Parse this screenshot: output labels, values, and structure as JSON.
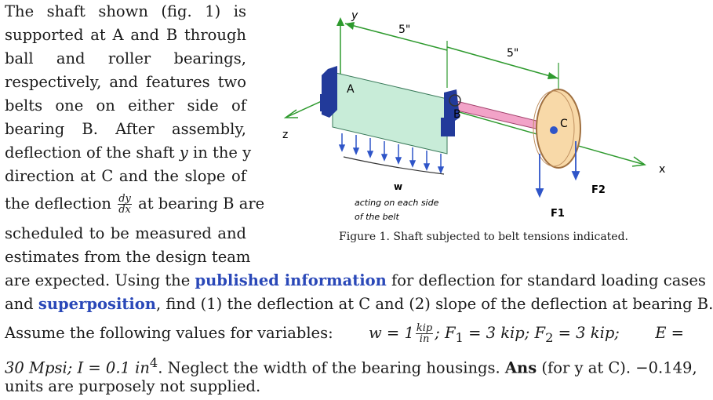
{
  "text": {
    "l1": [
      "The",
      "shaft",
      "shown",
      "(fig.",
      "1)",
      "is"
    ],
    "l2": [
      "supported",
      "at",
      "A",
      "and",
      "B",
      "through"
    ],
    "l3": [
      "ball",
      "and",
      "roller",
      "bearings,"
    ],
    "l4": [
      "respectively,",
      "and",
      "features",
      "two"
    ],
    "l5": [
      "belts",
      "one",
      "on",
      "either",
      "side",
      "of"
    ],
    "l6": [
      "bearing",
      "B.",
      "After",
      "assembly,"
    ],
    "l7_a": "deflection of the shaft ",
    "l7_y": "y",
    "l7_b": " in the y",
    "l8": [
      "direction",
      "at",
      "C",
      "and",
      "the",
      "slope",
      "of"
    ],
    "l9_a": "the deflection ",
    "l9_num": "dy",
    "l9_den": "dx",
    "l9_b": " at bearing B are",
    "l10": [
      "scheduled",
      "to",
      "be",
      "measured",
      "and"
    ],
    "l11": "estimates from the design team",
    "l12_a": "are expected.  Using the ",
    "l12_hl": "published information",
    "l12_b": " for deflection for standard loading cases",
    "l13_a": "and ",
    "l13_hl": "superposition",
    "l13_b": ", find (1) the deflection at C and (2) slope of the deflection at bearing B.",
    "l14_a": "Assume the following values for variables:",
    "l14_w": "w = 1",
    "l14_num": "kip",
    "l14_den": "in",
    "l14_b": "; F",
    "l14_sub1": "1",
    "l14_c": " = 3 kip; F",
    "l14_sub2": "2",
    "l14_d": " = 3 kip;",
    "l14_e": "E =",
    "l15_a": "30 Mpsi; I = 0.1 in",
    "l15_sup": "4",
    "l15_b": ". Neglect the width of the bearing housings. ",
    "l15_ans": "Ans",
    "l15_c": " (for y at C). −0.149,",
    "l16": "units are purposely not supplied."
  },
  "figure": {
    "caption": "Figure 1. Shaft subjected to belt tensions indicated.",
    "labels": {
      "y_axis": "y",
      "z_axis": "z",
      "x_axis": "x",
      "dim1": "5\"",
      "dim2": "5\"",
      "A": "A",
      "B": "B",
      "C": "C",
      "w": "w",
      "note1": "acting on each side",
      "note2": "of the belt",
      "F1": "F1",
      "F2": "F2"
    },
    "colors": {
      "belt": "#c8ecd8",
      "shaft": "#f2a3c8",
      "pulley": "#f8d9a8",
      "arrows": "#2f55c8",
      "housing": "#223a9a",
      "axis": "#2e9a2e"
    }
  }
}
